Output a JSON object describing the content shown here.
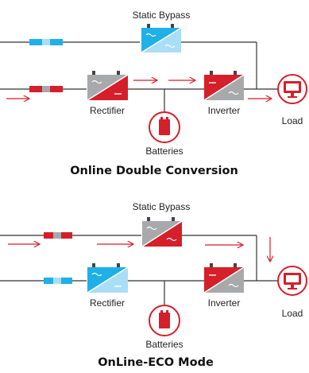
{
  "colors": {
    "red": "#d51f2a",
    "grey": "#a8a9ab",
    "blue": "#1fb0e8",
    "light_blue": "#a9def6",
    "line": "#333333",
    "white": "#ffffff"
  },
  "diagrams": [
    {
      "static_bypass_label": "Static Bypass",
      "rectifier_label": "Rectifier",
      "inverter_label": "Inverter",
      "load_label": "Load",
      "batteries_label": "Batteries",
      "caption": "Online Double Conversion",
      "icons": {
        "bypass": "blue-converter-icon",
        "rectifier": "grey-red-converter-icon",
        "inverter": "red-grey-converter-icon",
        "load": "monitor-icon",
        "batteries": "battery-icon"
      }
    },
    {
      "static_bypass_label": "Static Bypass",
      "rectifier_label": "Rectifier",
      "inverter_label": "Inverter",
      "load_label": "Load",
      "batteries_label": "Batteries",
      "caption": "OnLine-ECO Mode",
      "icons": {
        "bypass": "grey-red-converter-icon",
        "rectifier": "blue-converter-icon",
        "inverter": "red-grey-converter-icon",
        "load": "monitor-icon",
        "batteries": "battery-icon"
      }
    }
  ]
}
